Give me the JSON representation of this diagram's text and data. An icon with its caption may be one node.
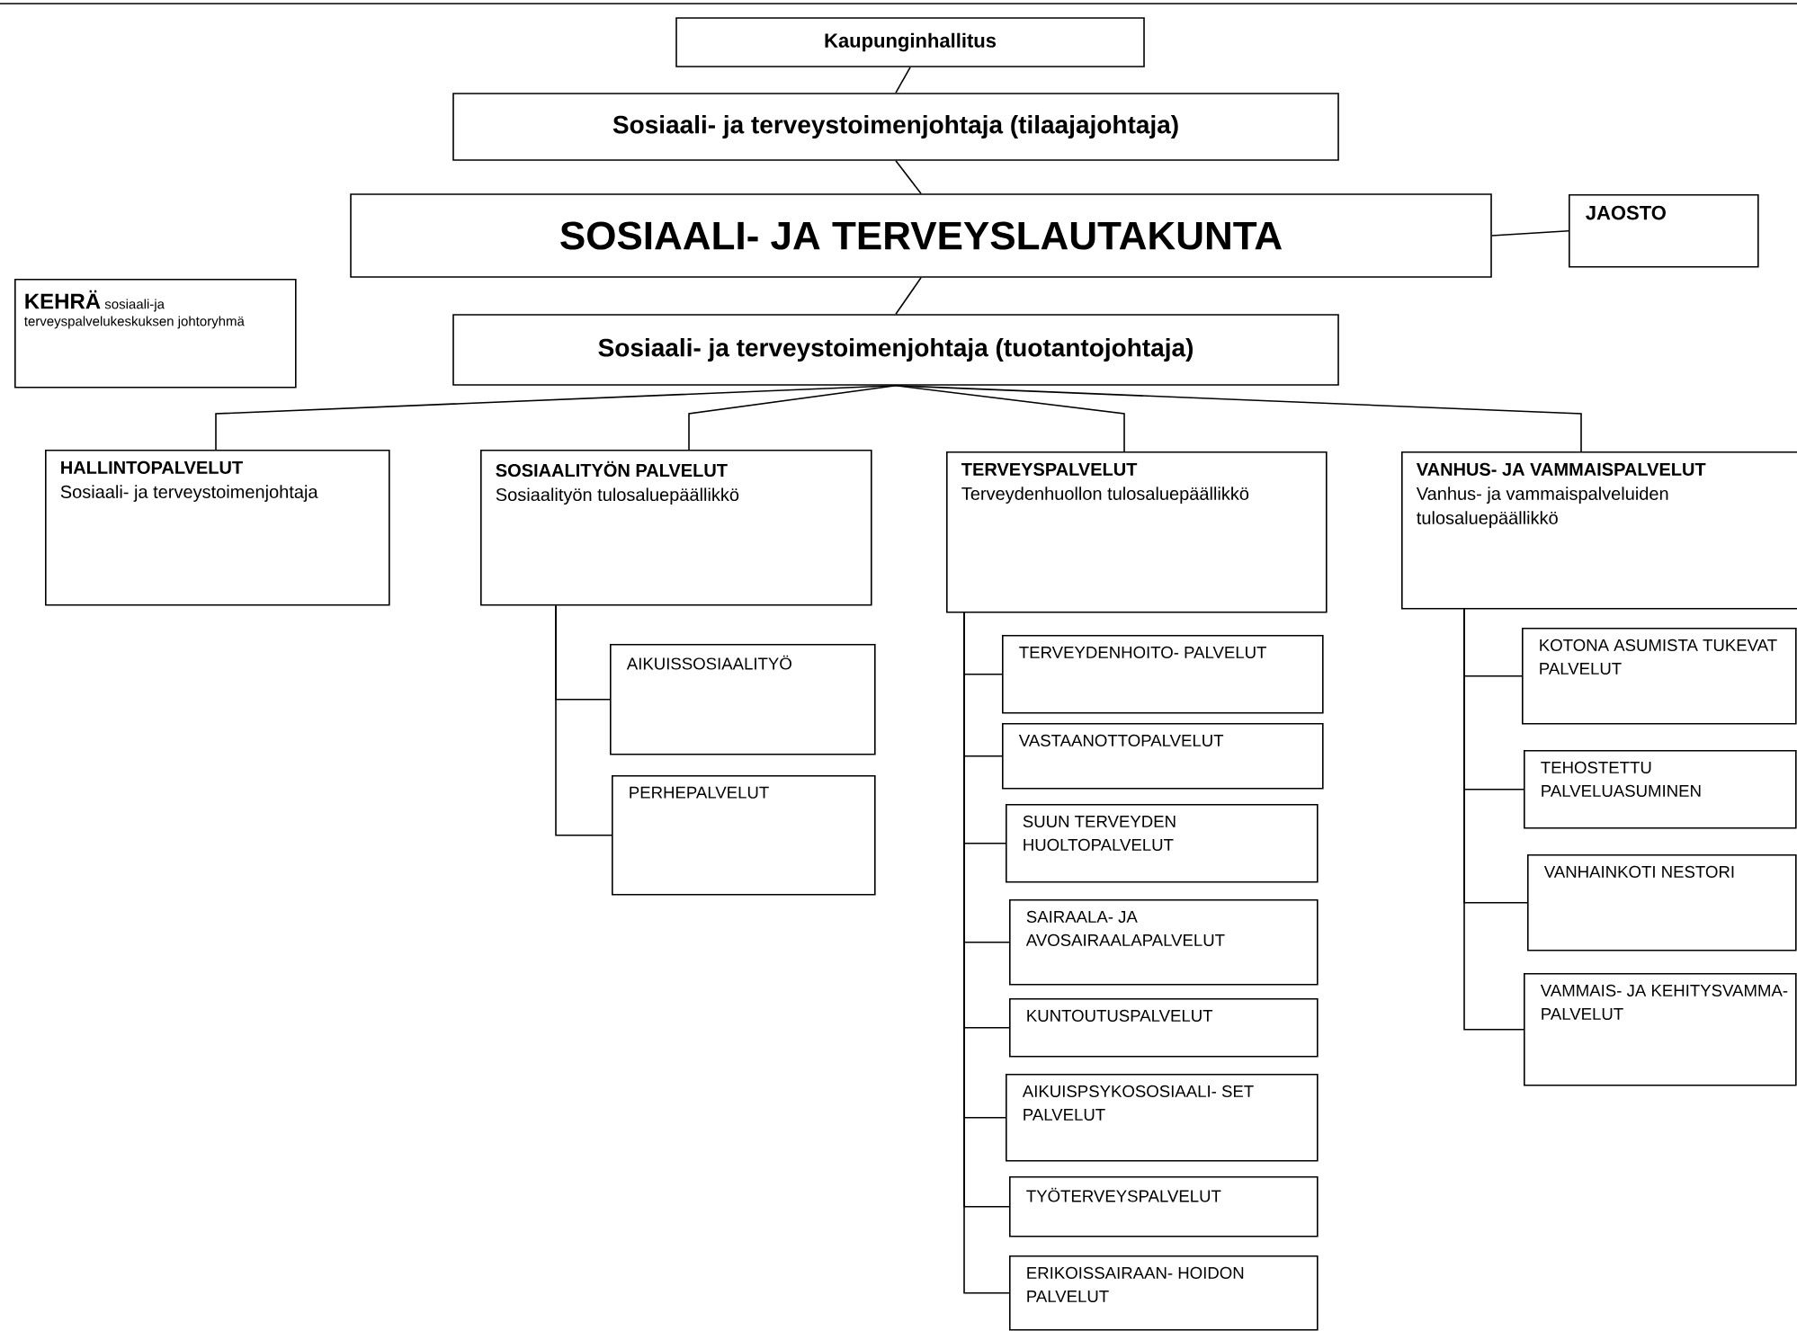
{
  "diagram": {
    "nodes": [
      {
        "text": [
          "Kaupunginhallitus"
        ]
      },
      {
        "text": [
          "Sosiaali- ja terveystoimenjohtaja (tilaajajohtaja)"
        ]
      },
      {
        "text": [
          "SOSIAALI- JA TERVEYSLAUTAKUNTA"
        ]
      },
      {
        "text": [
          "JAOSTO"
        ]
      },
      {
        "text": [
          "**KEHRÄ** sosiaali-ja terveyspalvelukeskuksen johtoryhmä"
        ]
      },
      {
        "text": [
          "Sosiaali- ja terveystoimenjohtaja (tuotantojohtaja)"
        ]
      },
      {
        "text": [
          "HALLINTOPALVELUT",
          "Sosiaali- ja terveystoimenjohtaja"
        ]
      },
      {
        "text": [
          "SOSIAALITYÖN PALVELUT",
          "Sosiaalityön tulosaluepäällikkö"
        ]
      },
      {
        "text": [
          "TERVEYSPALVELUT",
          "Terveydenhuollon tulosaluepäällikkö"
        ]
      },
      {
        "text": [
          "VANHUS- JA VAMMAISPALVELUT",
          "Vanhus- ja vammaispalveluiden tulosaluepäällikkö"
        ]
      },
      {
        "text": [
          "AIKUISSOSIAALITYÖ"
        ]
      },
      {
        "text": [
          "PERHEPALVELUT"
        ]
      },
      {
        "text": [
          "TERVEYDENHOITO- PALVELUT"
        ]
      },
      {
        "text": [
          "VASTAANOTTOPALVELUT"
        ]
      },
      {
        "text": [
          "SUUN TERVEYDEN HUOLTOPALVELUT"
        ]
      },
      {
        "text": [
          "SAIRAALA- JA AVOSAIRAALAPALVELUT"
        ]
      },
      {
        "text": [
          "KUNTOUTUSPALVELUT"
        ]
      },
      {
        "text": [
          "AIKUISPSYKOSOSIAALI- SET PALVELUT"
        ]
      },
      {
        "text": [
          "TYÖTERVEYSPALVELUT"
        ]
      },
      {
        "text": [
          "ERIKOISSAIRAAN- HOIDON PALVELUT"
        ]
      },
      {
        "text": [
          "KOTONA ASUMISTA TUKEVAT PALVELUT"
        ]
      },
      {
        "text": [
          "TEHOSTETTU PALVELUASUMINEN"
        ]
      },
      {
        "text": [
          "VANHAINKOTI NESTORI"
        ]
      },
      {
        "text": [
          "VAMMAIS- JA KEHITYSVAMMA- PALVELUT"
        ]
      }
    ],
    "edges": [
      {
        "from": 0,
        "to": 1,
        "arrow": "none"
      },
      {
        "from": 1,
        "to": 2,
        "arrow": "none"
      },
      {
        "from": 2,
        "to": 3,
        "arrow": "none"
      },
      {
        "from": 2,
        "to": 5,
        "arrow": "none"
      },
      {
        "from": 5,
        "to": 6,
        "arrow": "none"
      },
      {
        "from": 5,
        "to": 7,
        "arrow": "none"
      },
      {
        "from": 5,
        "to": 8,
        "arrow": "none"
      },
      {
        "from": 5,
        "to": 9,
        "arrow": "none"
      },
      {
        "from": 7,
        "to": 10,
        "arrow": "none"
      },
      {
        "from": 7,
        "to": 11,
        "arrow": "none"
      },
      {
        "from": 8,
        "to": 12,
        "arrow": "none"
      },
      {
        "from": 8,
        "to": 13,
        "arrow": "none"
      },
      {
        "from": 8,
        "to": 14,
        "arrow": "none"
      },
      {
        "from": 8,
        "to": 15,
        "arrow": "none"
      },
      {
        "from": 8,
        "to": 16,
        "arrow": "none"
      },
      {
        "from": 8,
        "to": 17,
        "arrow": "none"
      },
      {
        "from": 8,
        "to": 18,
        "arrow": "none"
      },
      {
        "from": 8,
        "to": 19,
        "arrow": "none"
      },
      {
        "from": 9,
        "to": 20,
        "arrow": "none"
      },
      {
        "from": 9,
        "to": 21,
        "arrow": "none"
      },
      {
        "from": 9,
        "to": 22,
        "arrow": "none"
      },
      {
        "from": 9,
        "to": 23,
        "arrow": "none"
      }
    ]
  }
}
